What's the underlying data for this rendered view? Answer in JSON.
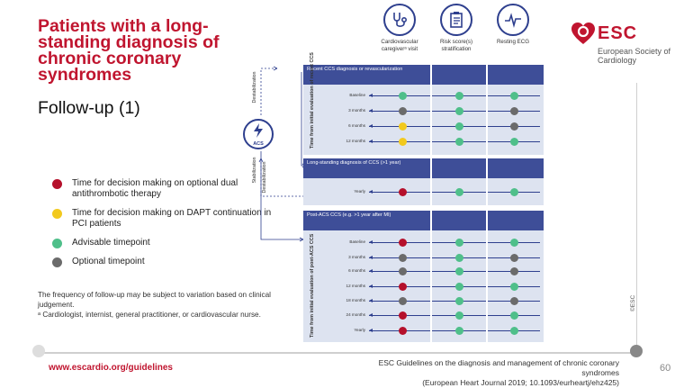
{
  "slide": {
    "title": "Patients with a long-standing diagnosis of chronic coronary syndromes",
    "subtitle": "Follow-up (1)",
    "legend": [
      {
        "label": "Time for decision making on optional dual antithrombotic therapy",
        "color": "#b5102b"
      },
      {
        "label": "Time for decision making on DAPT continuation in PCI patients",
        "color": "#f2c91e"
      },
      {
        "label": "Advisable timepoint",
        "color": "#4fbf8a"
      },
      {
        "label": "Optional timepoint",
        "color": "#6b6b6b"
      }
    ],
    "note": "The frequency of follow-up may be subject to variation based on clinical judgement.",
    "footnote": "ᵃ Cardiologist, internist, general practitioner, or cardiovascular nurse.",
    "footer_url": "www.escardio.org/guidelines",
    "footer_citation_line1": "ESC Guidelines on the diagnosis and management of chronic coronary syndromes",
    "footer_citation_line2": "(European Heart Journal 2019; 10.1093/eurheartj/ehz425)",
    "page_number": "60",
    "copyright": "©ESC",
    "logo_name": "ESC",
    "logo_sub": "European Society of Cardiology"
  },
  "diagram": {
    "columns": [
      {
        "label": "Cardiovascular caregiverᵃ visit",
        "icon": "stethoscope-icon"
      },
      {
        "label": "Risk score(s) stratification",
        "icon": "clipboard-icon"
      },
      {
        "label": "Resting ECG",
        "icon": "ecg-icon"
      }
    ],
    "acs_label": "ACS",
    "arrow_labels": {
      "destab1": "Destabilization",
      "stab": "Stabilization",
      "destab2": "Destabilization"
    },
    "sections": [
      {
        "header": "Recent CCS diagnosis or revascularization",
        "side_label": "Time from initial evaluation of recent CCS",
        "rows": [
          {
            "label": "Baseline",
            "dots": [
              "green",
              "green",
              "green"
            ]
          },
          {
            "label": "3 months",
            "dots": [
              "gray",
              "green",
              "gray"
            ]
          },
          {
            "label": "6 months",
            "dots": [
              "yellow",
              "green",
              "gray"
            ]
          },
          {
            "label": "12 months",
            "dots": [
              "yellow",
              "green",
              "green"
            ]
          }
        ]
      },
      {
        "header": "Long-standing diagnosis of CCS (>1 year)",
        "side_label": "",
        "rows": [
          {
            "label": "Yearly",
            "dots": [
              "red",
              "green",
              "green"
            ]
          }
        ]
      },
      {
        "header": "Post-ACS CCS (e.g. >1 year after MI)",
        "side_label": "Time from initial evaluation of post-ACS CCS",
        "rows": [
          {
            "label": "Baseline",
            "dots": [
              "red",
              "green",
              "green"
            ]
          },
          {
            "label": "3 months",
            "dots": [
              "gray",
              "green",
              "gray"
            ]
          },
          {
            "label": "6 months",
            "dots": [
              "gray",
              "green",
              "gray"
            ]
          },
          {
            "label": "12 months",
            "dots": [
              "red",
              "green",
              "green"
            ]
          },
          {
            "label": "18 months",
            "dots": [
              "gray",
              "green",
              "gray"
            ]
          },
          {
            "label": "24 months",
            "dots": [
              "red",
              "green",
              "green"
            ]
          },
          {
            "label": "Yearly",
            "dots": [
              "red",
              "green",
              "green"
            ]
          }
        ]
      }
    ],
    "dot_colors": {
      "red": "#b5102b",
      "yellow": "#f2c91e",
      "green": "#4fbf8a",
      "gray": "#6b6b6b"
    }
  }
}
